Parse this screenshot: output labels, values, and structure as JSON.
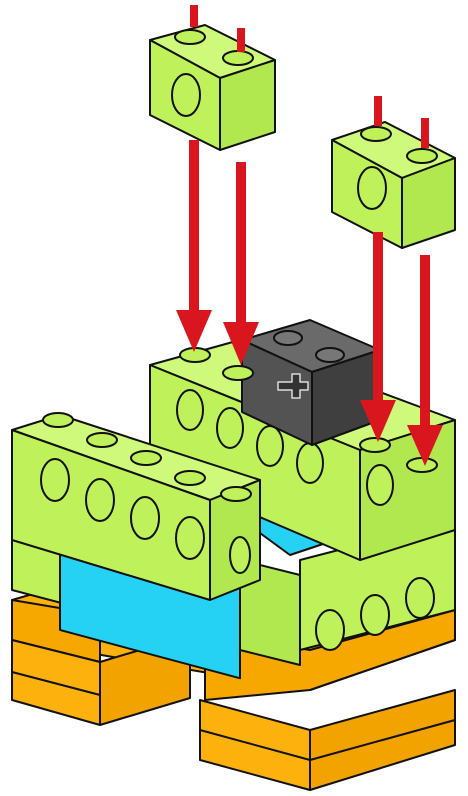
{
  "instruction": {
    "step_type": "building-instruction",
    "new_parts": [
      {
        "part": "technic-brick-1x2-with-hole",
        "color": "lime",
        "count": 2
      }
    ],
    "arrows": {
      "count": 4,
      "color": "#d9161e",
      "direction": "down"
    }
  },
  "colors": {
    "lime": "#bff25a",
    "orange": "#fdb10d",
    "cyan": "#25d2f3",
    "dark_gray": "#535353",
    "arrow_red": "#d9161e",
    "outline": "#111111"
  }
}
